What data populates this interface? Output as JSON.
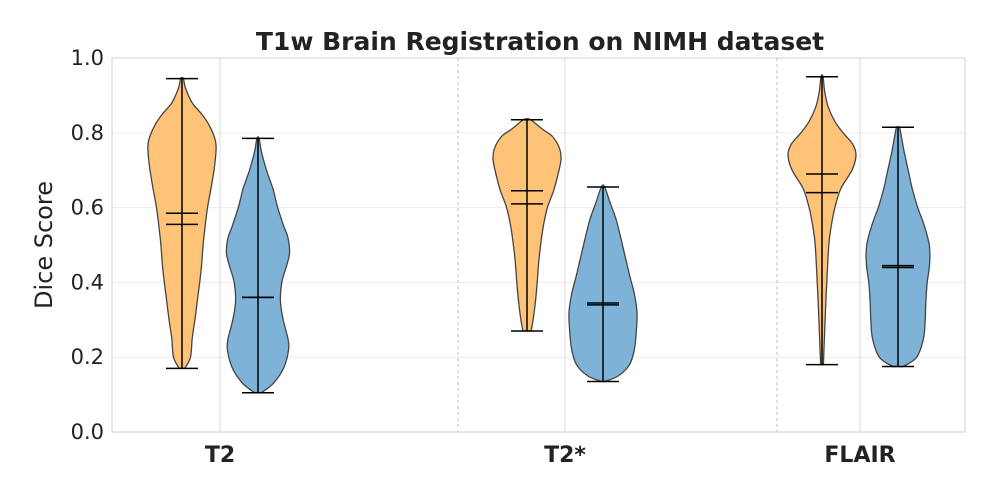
{
  "chart_data": {
    "type": "violin",
    "title": "T1w Brain Registration on NIMH dataset",
    "xlabel": "",
    "ylabel": "Dice Score",
    "ylim": [
      0.0,
      1.0
    ],
    "yticks": [
      "0.0",
      "0.2",
      "0.4",
      "0.6",
      "0.8",
      "1.0"
    ],
    "categories": [
      "T2",
      "T2*",
      "FLAIR"
    ],
    "grid": true,
    "colors": {
      "orange": "#FFC378",
      "blue": "#7EB2D6",
      "edge": "#444444",
      "line": "#000000"
    },
    "series": [
      {
        "color": "#FFC378",
        "values": [
          {
            "min": 0.17,
            "max": 0.945,
            "mean": 0.585,
            "median": 0.555,
            "profile": [
              [
                0.17,
                0.08
              ],
              [
                0.2,
                0.25
              ],
              [
                0.25,
                0.3
              ],
              [
                0.3,
                0.38
              ],
              [
                0.35,
                0.45
              ],
              [
                0.4,
                0.52
              ],
              [
                0.45,
                0.58
              ],
              [
                0.5,
                0.62
              ],
              [
                0.55,
                0.68
              ],
              [
                0.6,
                0.75
              ],
              [
                0.65,
                0.85
              ],
              [
                0.7,
                0.94
              ],
              [
                0.75,
                1.0
              ],
              [
                0.78,
                0.98
              ],
              [
                0.82,
                0.8
              ],
              [
                0.85,
                0.58
              ],
              [
                0.88,
                0.3
              ],
              [
                0.92,
                0.1
              ],
              [
                0.945,
                0.04
              ]
            ]
          },
          {
            "min": 0.27,
            "max": 0.835,
            "mean": 0.645,
            "median": 0.61,
            "profile": [
              [
                0.27,
                0.12
              ],
              [
                0.3,
                0.18
              ],
              [
                0.35,
                0.25
              ],
              [
                0.4,
                0.3
              ],
              [
                0.45,
                0.34
              ],
              [
                0.5,
                0.4
              ],
              [
                0.55,
                0.48
              ],
              [
                0.6,
                0.6
              ],
              [
                0.65,
                0.8
              ],
              [
                0.7,
                0.94
              ],
              [
                0.73,
                1.0
              ],
              [
                0.76,
                0.95
              ],
              [
                0.79,
                0.75
              ],
              [
                0.81,
                0.45
              ],
              [
                0.835,
                0.1
              ]
            ]
          },
          {
            "min": 0.18,
            "max": 0.95,
            "mean": 0.69,
            "median": 0.64,
            "profile": [
              [
                0.18,
                0.04
              ],
              [
                0.25,
                0.07
              ],
              [
                0.3,
                0.09
              ],
              [
                0.4,
                0.14
              ],
              [
                0.5,
                0.2
              ],
              [
                0.55,
                0.27
              ],
              [
                0.6,
                0.38
              ],
              [
                0.65,
                0.55
              ],
              [
                0.7,
                0.88
              ],
              [
                0.74,
                1.0
              ],
              [
                0.77,
                0.9
              ],
              [
                0.8,
                0.62
              ],
              [
                0.83,
                0.38
              ],
              [
                0.87,
                0.18
              ],
              [
                0.91,
                0.08
              ],
              [
                0.95,
                0.03
              ]
            ]
          }
        ]
      },
      {
        "color": "#7EB2D6",
        "values": [
          {
            "min": 0.105,
            "max": 0.785,
            "mean": 0.36,
            "median": 0.36,
            "profile": [
              [
                0.105,
                0.1
              ],
              [
                0.13,
                0.45
              ],
              [
                0.17,
                0.75
              ],
              [
                0.22,
                0.9
              ],
              [
                0.25,
                0.88
              ],
              [
                0.3,
                0.74
              ],
              [
                0.35,
                0.66
              ],
              [
                0.4,
                0.7
              ],
              [
                0.45,
                0.86
              ],
              [
                0.48,
                0.93
              ],
              [
                0.52,
                0.88
              ],
              [
                0.55,
                0.76
              ],
              [
                0.6,
                0.58
              ],
              [
                0.65,
                0.44
              ],
              [
                0.7,
                0.25
              ],
              [
                0.75,
                0.1
              ],
              [
                0.785,
                0.03
              ]
            ]
          },
          {
            "min": 0.135,
            "max": 0.655,
            "mean": 0.345,
            "median": 0.34,
            "profile": [
              [
                0.135,
                0.05
              ],
              [
                0.15,
                0.45
              ],
              [
                0.18,
                0.78
              ],
              [
                0.22,
                0.92
              ],
              [
                0.27,
                0.98
              ],
              [
                0.32,
                1.0
              ],
              [
                0.37,
                0.92
              ],
              [
                0.42,
                0.78
              ],
              [
                0.47,
                0.65
              ],
              [
                0.52,
                0.52
              ],
              [
                0.57,
                0.38
              ],
              [
                0.61,
                0.22
              ],
              [
                0.655,
                0.05
              ]
            ]
          },
          {
            "min": 0.175,
            "max": 0.815,
            "mean": 0.445,
            "median": 0.44,
            "profile": [
              [
                0.175,
                0.15
              ],
              [
                0.2,
                0.55
              ],
              [
                0.25,
                0.75
              ],
              [
                0.3,
                0.8
              ],
              [
                0.35,
                0.82
              ],
              [
                0.4,
                0.86
              ],
              [
                0.45,
                0.93
              ],
              [
                0.5,
                0.92
              ],
              [
                0.55,
                0.78
              ],
              [
                0.6,
                0.58
              ],
              [
                0.65,
                0.42
              ],
              [
                0.7,
                0.3
              ],
              [
                0.75,
                0.18
              ],
              [
                0.8,
                0.08
              ],
              [
                0.815,
                0.04
              ]
            ]
          }
        ]
      }
    ]
  }
}
